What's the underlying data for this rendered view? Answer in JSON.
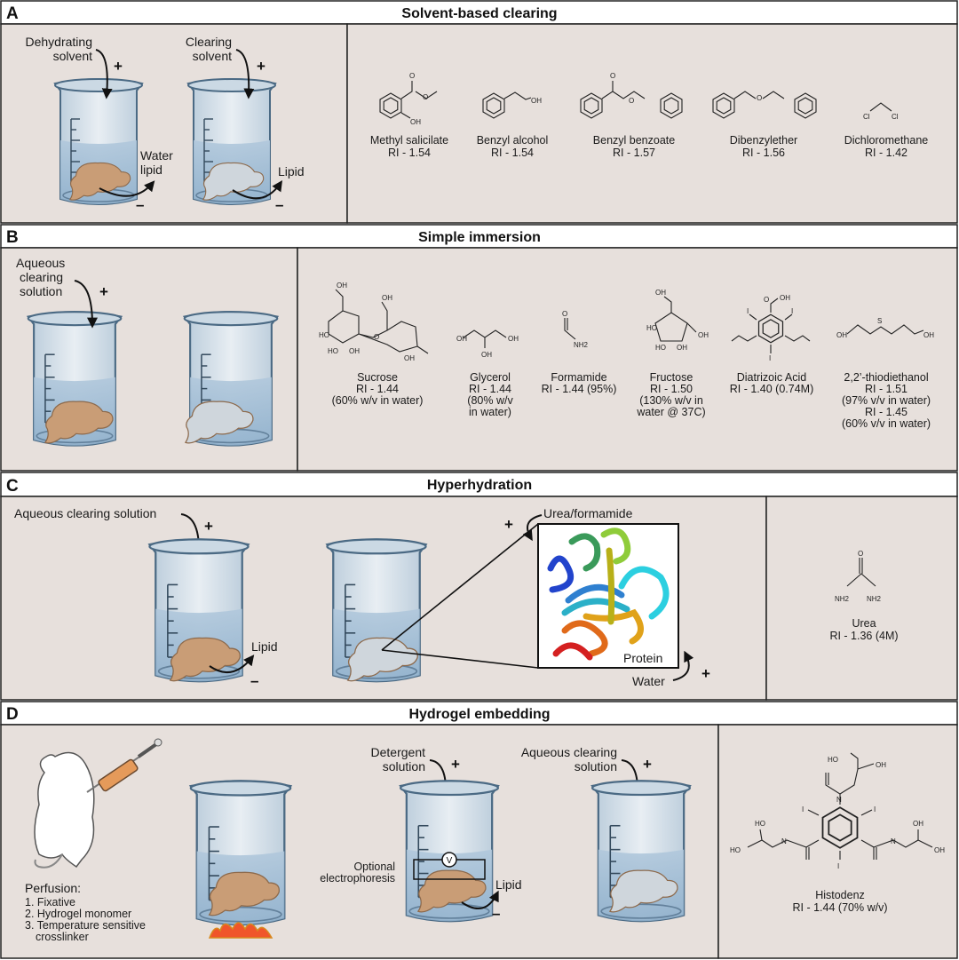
{
  "panels": {
    "A": {
      "letter": "A",
      "title": "Solvent-based clearing",
      "beaker1_label": [
        "Dehydrating",
        "solvent"
      ],
      "beaker1_out": [
        "Water",
        "lipid"
      ],
      "beaker2_label": [
        "Clearing",
        "solvent"
      ],
      "beaker2_out": "Lipid",
      "plus": "+",
      "minus": "–",
      "compounds": [
        {
          "name": "Methyl salicilate",
          "ri": "RI - 1.54"
        },
        {
          "name": "Benzyl alcohol",
          "ri": "RI - 1.54"
        },
        {
          "name": "Benzyl benzoate",
          "ri": "RI - 1.57"
        },
        {
          "name": "Dibenzylether",
          "ri": "RI - 1.56"
        },
        {
          "name": "Dichloromethane",
          "ri": "RI - 1.42"
        }
      ]
    },
    "B": {
      "letter": "B",
      "title": "Simple immersion",
      "beaker_label": [
        "Aqueous",
        "clearing",
        "solution"
      ],
      "plus": "+",
      "compounds": [
        {
          "lines": [
            "Sucrose",
            "RI - 1.44",
            "(60% w/v in water)"
          ]
        },
        {
          "lines": [
            "Glycerol",
            "RI - 1.44",
            "(80% w/v",
            "in water)"
          ]
        },
        {
          "lines": [
            "Formamide",
            "RI - 1.44 (95%)"
          ]
        },
        {
          "lines": [
            "Fructose",
            "RI - 1.50",
            "(130% w/v in",
            "water @ 37C)"
          ]
        },
        {
          "lines": [
            "Diatrizoic Acid",
            "RI - 1.40 (0.74M)"
          ]
        },
        {
          "lines": [
            "2,2’-thiodiethanol",
            "RI - 1.51",
            "(97% v/v in water)",
            "RI - 1.45",
            "(60% v/v in water)"
          ]
        }
      ]
    },
    "C": {
      "letter": "C",
      "title": "Hyperhydration",
      "beaker_label": "Aqueous clearing solution",
      "lipid_label": "Lipid",
      "urea_label": "Urea/formamide",
      "protein_label": "Protein",
      "water_label": "Water",
      "plus": "+",
      "minus": "–",
      "compound": {
        "name": "Urea",
        "ri": "RI - 1.36 (4M)"
      }
    },
    "D": {
      "letter": "D",
      "title": "Hydrogel embedding",
      "perfusion_title": "Perfusion:",
      "perfusion_items": [
        "1. Fixative",
        "2. Hydrogel monomer",
        "3. Temperature sensitive",
        "crosslinker"
      ],
      "detergent_label": [
        "Detergent",
        "solution"
      ],
      "electro_label": [
        "Optional",
        "electrophoresis"
      ],
      "voltage_symbol": "V",
      "lipid_label": "Lipid",
      "aqueous_label": [
        "Aqueous clearing",
        "solution"
      ],
      "plus": "+",
      "minus": "–",
      "compound": {
        "name": "Histodenz",
        "ri": "RI - 1.44 (70% w/v)"
      }
    }
  },
  "atoms": {
    "OH": "OH",
    "O": "O",
    "Cl": "Cl",
    "NH2": "NH2",
    "S": "S",
    "I": "I",
    "N": "N",
    "HO": "HO"
  },
  "colors": {
    "panel_bg": "#e7e0dc",
    "header_bg": "#ffffff",
    "border": "#222222",
    "beaker_glass": "#dde6ee",
    "beaker_liquid": "#a9c2d8",
    "brain": "#c99d76",
    "cleared_brain": "#cfd6dc",
    "flame": "#f0552a"
  }
}
